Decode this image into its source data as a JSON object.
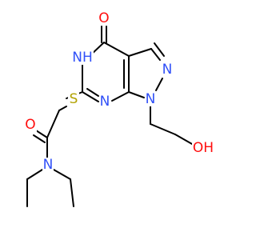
{
  "colors": {
    "bond": "#000000",
    "O": "#ff0d0d",
    "N": "#3050f8",
    "S": "#b2a200",
    "background": "#ffffff"
  },
  "atoms": [
    {
      "id": "O_oxo",
      "text": "O",
      "element": "O"
    },
    {
      "id": "N_H",
      "text": "NH",
      "element": "N"
    },
    {
      "id": "N_pyrazole2",
      "text": "N",
      "element": "N"
    },
    {
      "id": "N_pyrazole1",
      "text": "N",
      "element": "N"
    },
    {
      "id": "N_pyrimidine",
      "text": "N",
      "element": "N"
    },
    {
      "id": "S_thio",
      "text": "S",
      "element": "S"
    },
    {
      "id": "O_amide",
      "text": "O",
      "element": "O"
    },
    {
      "id": "N_amide",
      "text": "N",
      "element": "N"
    },
    {
      "id": "O_hydroxyl",
      "text": "OH",
      "element": "O"
    }
  ]
}
